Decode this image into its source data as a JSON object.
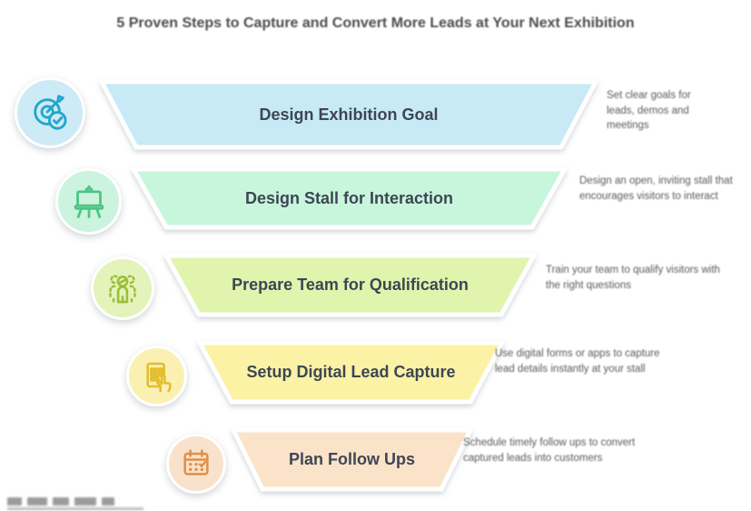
{
  "title": "5 Proven Steps to Capture and Convert More Leads at Your Next Exhibition",
  "colors": {
    "title_text": "#3f3f3f",
    "step_label_text": "#3d4654",
    "description_text": "#4e4e4e",
    "background": "#ffffff"
  },
  "steps": [
    {
      "label": "Design Exhibition Goal",
      "description": "Set clear goals for leads, demos and meetings",
      "bar_color": "#c7eaf6",
      "circle_color": "#cdebf7",
      "icon_color": "#24a6cc",
      "icon": "target-check-icon"
    },
    {
      "label": "Design Stall for Interaction",
      "description": "Design an open, inviting stall that encourages visitors to interact",
      "bar_color": "#c8f6dc",
      "circle_color": "#cbf3dd",
      "icon_color": "#4cc585",
      "icon": "easel-board-icon"
    },
    {
      "label": "Prepare Team for Qualification",
      "description": "Train your team to qualify visitors with the right questions",
      "bar_color": "#e0f4ae",
      "circle_color": "#e4f3ba",
      "icon_color": "#9cbe3a",
      "icon": "team-icon"
    },
    {
      "label": "Setup Digital Lead Capture",
      "description": "Use digital forms or apps to capture lead details instantly at your stall",
      "bar_color": "#fcf2a6",
      "circle_color": "#faf0b2",
      "icon_color": "#e2bd2d",
      "icon": "lead-capture-device-icon"
    },
    {
      "label": "Plan Follow Ups",
      "description": "Schedule timely follow ups to convert captured leads into customers",
      "bar_color": "#fbe3c9",
      "circle_color": "#f9e2cc",
      "icon_color": "#e08f45",
      "icon": "calendar-check-icon"
    }
  ]
}
